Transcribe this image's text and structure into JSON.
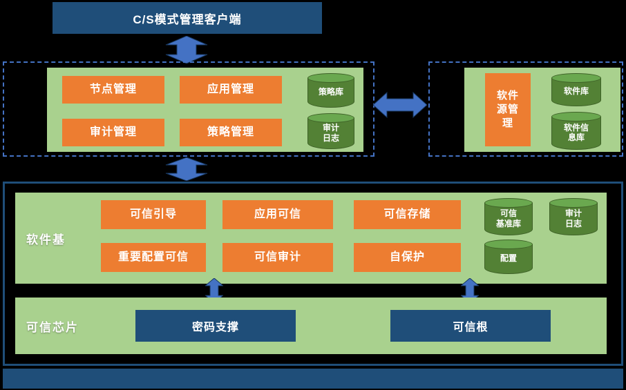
{
  "colors": {
    "background": "#000000",
    "panel_green": "#A9D18E",
    "box_orange": "#ED7D31",
    "box_navy": "#1F4E79",
    "cylinder_green": "#538135",
    "cylinder_top_green": "#6AA84F",
    "arrow_blue": "#4472C4",
    "dashed_border_blue": "#4472C4",
    "text_white": "#FFFFFF"
  },
  "client_box": {
    "label": "C/S模式管理客户端"
  },
  "management_section": {
    "buttons": [
      {
        "label": "节点管理"
      },
      {
        "label": "应用管理"
      },
      {
        "label": "审计管理"
      },
      {
        "label": "策略管理"
      }
    ],
    "databases": [
      {
        "label": "策略库"
      },
      {
        "label": "审计\n日志"
      }
    ]
  },
  "software_source_section": {
    "manager_box": {
      "label": "软件\n源管\n理"
    },
    "databases": [
      {
        "label": "软件库"
      },
      {
        "label": "软件信\n息库"
      }
    ]
  },
  "software_base_section": {
    "label": "软件基",
    "buttons": [
      {
        "label": "可信引导"
      },
      {
        "label": "应用可信"
      },
      {
        "label": "可信存储"
      },
      {
        "label": "重要配置可信"
      },
      {
        "label": "可信审计"
      },
      {
        "label": "自保护"
      }
    ],
    "databases": [
      {
        "label": "可信\n基准库"
      },
      {
        "label": "审计\n日志"
      },
      {
        "label": "配置"
      }
    ]
  },
  "chip_section": {
    "label": "可信芯片",
    "boxes": [
      {
        "label": "密码支撑"
      },
      {
        "label": "可信根"
      }
    ]
  }
}
